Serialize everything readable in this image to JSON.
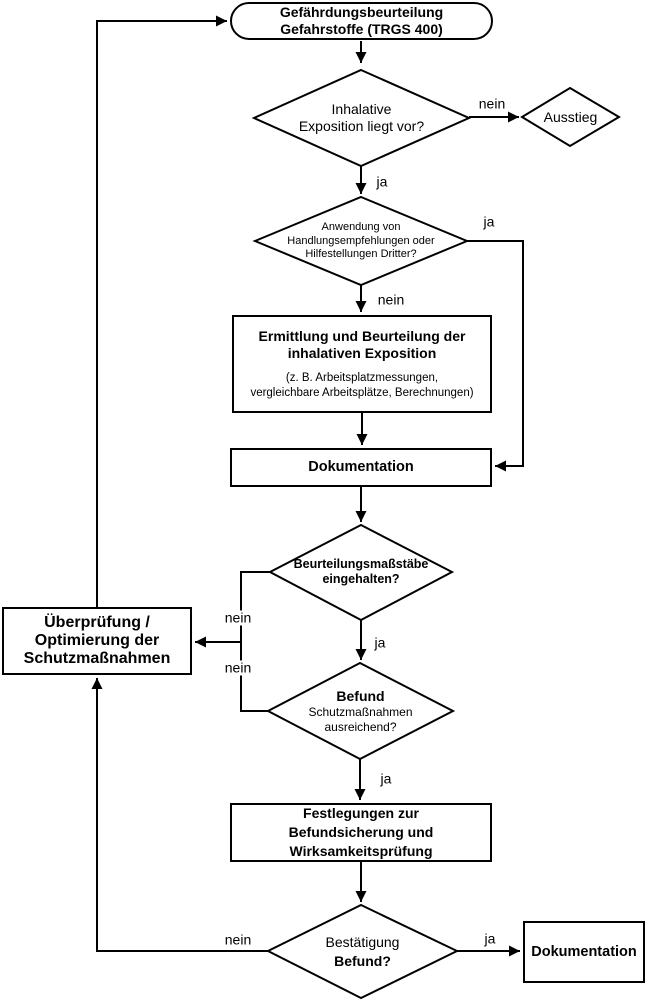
{
  "nodes": {
    "start": {
      "line1": "Gefährdungsbeurteilung",
      "line2": "Gefahrstoffe (TRGS 400)"
    },
    "inhalative": {
      "line1": "Inhalative",
      "line2": "Exposition liegt vor?"
    },
    "ausstieg": {
      "label": "Ausstieg"
    },
    "anwendung": {
      "line1": "Anwendung von",
      "line2": "Handlungsempfehlungen oder",
      "line3": "Hilfestellungen Dritter?"
    },
    "ermittlung": {
      "title1": "Ermittlung und Beurteilung der",
      "title2": "inhalativen Exposition",
      "sub1": "(z. B. Arbeitsplatzmessungen,",
      "sub2": "vergleichbare Arbeitsplätze, Berechnungen)"
    },
    "dokumentation1": {
      "label": "Dokumentation"
    },
    "beurteilung": {
      "line1": "Beurteilungsmaßstäbe",
      "line2": "eingehalten?"
    },
    "ueberpruefung": {
      "line1": "Überprüfung /",
      "line2": "Optimierung der",
      "line3": "Schutzmaßnahmen"
    },
    "befund": {
      "title": "Befund",
      "sub1": "Schutzmaßnahmen",
      "sub2": "ausreichend?"
    },
    "festlegungen": {
      "line1": "Festlegungen zur",
      "line2": "Befundsicherung und",
      "line3": "Wirksamkeitsprüfung"
    },
    "bestaetigung": {
      "line1": "Bestätigung",
      "line2": "Befund?"
    },
    "dokumentation2": {
      "label": "Dokumentation"
    }
  },
  "edge_labels": {
    "inhalative_nein": "nein",
    "inhalative_ja": "ja",
    "anwendung_ja": "ja",
    "anwendung_nein": "nein",
    "beurteilung_nein": "nein",
    "beurteilung_ja": "ja",
    "befund_nein": "nein",
    "befund_ja": "ja",
    "bestaetigung_nein": "nein",
    "bestaetigung_ja": "ja"
  },
  "colors": {
    "line": "#000000",
    "background": "#ffffff",
    "text": "#000000"
  }
}
